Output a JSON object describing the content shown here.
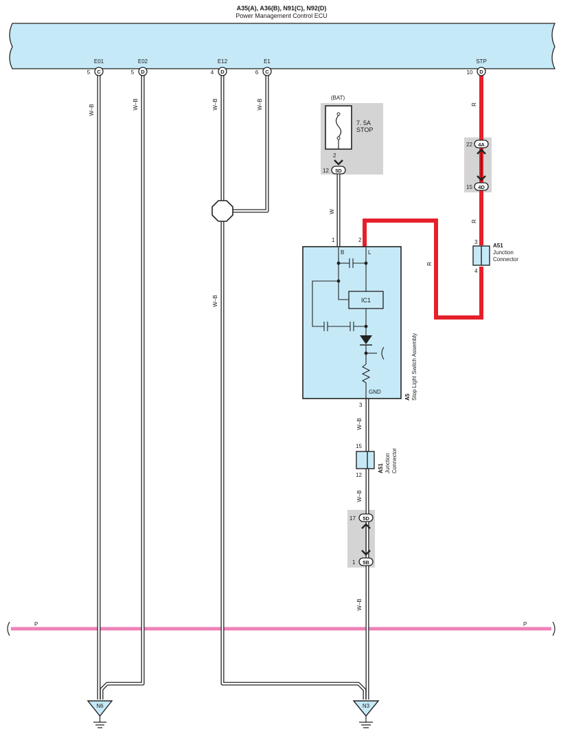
{
  "ecu": {
    "connectors": "A35(A), A36(B), N91(C), N92(D)",
    "name": "Power Management Control ECU",
    "terminals": [
      {
        "label": "E01",
        "pin": "5",
        "conn": "C"
      },
      {
        "label": "E02",
        "pin": "5",
        "conn": "D"
      },
      {
        "label": "E12",
        "pin": "4",
        "conn": "D"
      },
      {
        "label": "E1",
        "pin": "6",
        "conn": "C"
      },
      {
        "label": "STP",
        "pin": "10",
        "conn": "D"
      }
    ]
  },
  "wire_colors": {
    "w_b": "W–B",
    "r": "R",
    "w": "W",
    "p": "P"
  },
  "fuse": {
    "source": "(BAT)",
    "rating": "7. 5A",
    "name": "STOP",
    "out_pin": "2",
    "conn_pin": "12",
    "conn": "5D"
  },
  "inline_connectors": {
    "stp_upper": {
      "pin": "22",
      "conn": "4A"
    },
    "stp_lower": {
      "pin": "15",
      "conn": "4D"
    },
    "gnd_upper": {
      "pin": "17",
      "conn": "5D"
    },
    "gnd_lower": {
      "pin": "1",
      "conn": "5B"
    }
  },
  "junction_top": {
    "id": "A51",
    "name_line1": "Junction",
    "name_line2": "Connector",
    "pin_in": "3",
    "pin_out": "4"
  },
  "junction_bottom": {
    "id": "A51",
    "name_line1": "Junction",
    "name_line2": "Connector",
    "pin_in": "15",
    "pin_out": "12"
  },
  "switch": {
    "id": "A5",
    "name": "Stop Light Switch Assembly",
    "pin_b": "1",
    "pin_l": "2",
    "pin_gnd": "3",
    "label_b": "B",
    "label_l": "L",
    "label_gnd": "GND",
    "ic": "IC1"
  },
  "grounds": {
    "left": "N6",
    "right": "N3"
  },
  "colors": {
    "ecu_fill": "#c6e9f7",
    "red_wire": "#e5202a",
    "pink_wire": "#ee82b8",
    "shade": "#d4d4d4"
  }
}
